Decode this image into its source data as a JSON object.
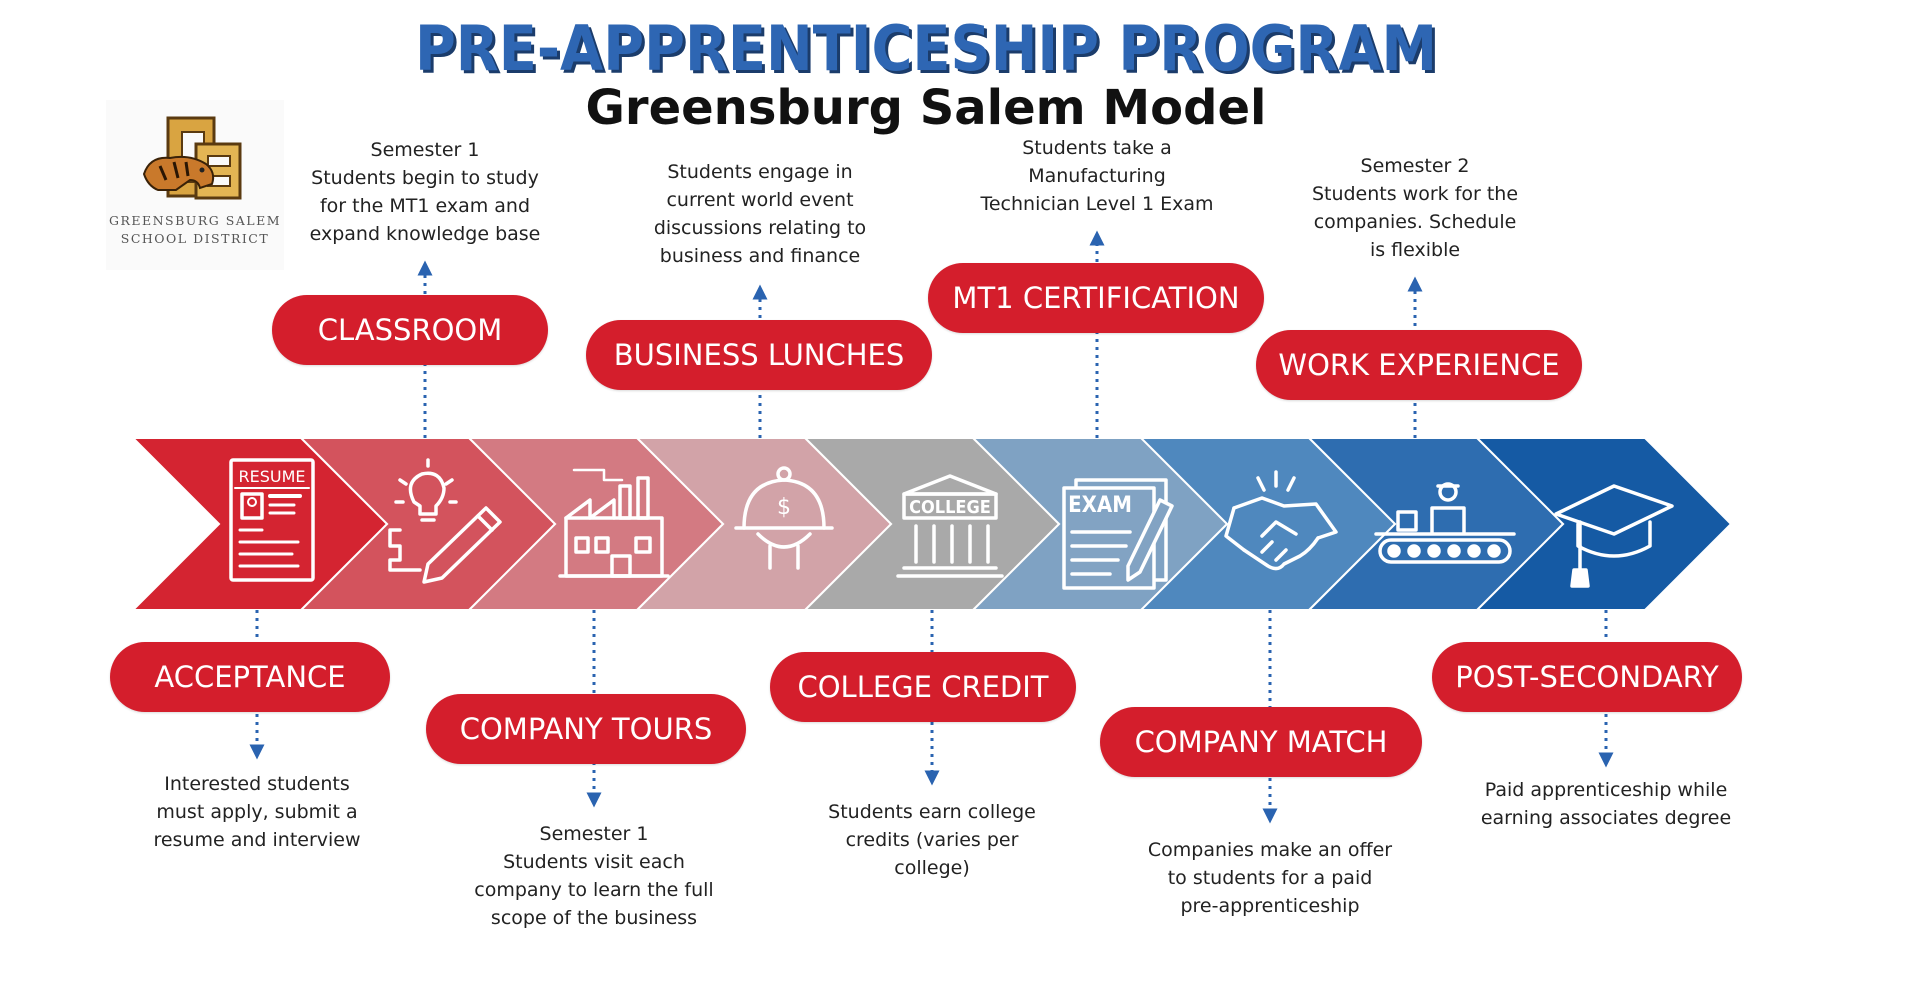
{
  "title": "PRE-APPRENTICESHIP PROGRAM",
  "subtitle": "Greensburg Salem Model",
  "logo": {
    "line1": "GREENSBURG SALEM",
    "line2": "SCHOOL DISTRICT"
  },
  "colors": {
    "title_blue": "#2E66B3",
    "pill_red": "#D41E2C",
    "connector_blue": "#2A63B0",
    "chevrons": [
      "#D42431",
      "#D3535D",
      "#D37A82",
      "#D2A3A8",
      "#A9A9A9",
      "#7FA2C3",
      "#4F88BE",
      "#2E6DB0",
      "#155AA4"
    ]
  },
  "icons": {
    "resume_label": "RESUME",
    "college_label": "COLLEGE",
    "exam_label": "EXAM",
    "dollar": "$",
    "names": [
      "resume-icon",
      "lightbulb-pencil-icon",
      "factory-icon",
      "food-cloche-icon",
      "college-building-icon",
      "exam-sheet-icon",
      "handshake-icon",
      "conveyor-worker-icon",
      "graduation-cap-icon"
    ]
  },
  "stages_top": [
    {
      "label": "CLASSROOM",
      "desc": [
        "Semester 1",
        "Students begin to study",
        "for the MT1 exam and",
        "expand knowledge base"
      ]
    },
    {
      "label": "BUSINESS LUNCHES",
      "desc": [
        "Students engage in",
        "current world event",
        "discussions relating to",
        "business and finance"
      ]
    },
    {
      "label": "MT1 CERTIFICATION",
      "desc": [
        "Students take a",
        "Manufacturing",
        "Technician Level 1 Exam"
      ]
    },
    {
      "label": "WORK EXPERIENCE",
      "desc": [
        "Semester 2",
        "Students work for the",
        "companies. Schedule",
        "is flexible"
      ]
    }
  ],
  "stages_bottom": [
    {
      "label": "ACCEPTANCE",
      "desc": [
        "Interested students",
        "must apply, submit a",
        "resume and interview"
      ]
    },
    {
      "label": "COMPANY TOURS",
      "desc": [
        "Semester 1",
        "Students visit each",
        "company to learn the full",
        "scope of the business"
      ]
    },
    {
      "label": "COLLEGE CREDIT",
      "desc": [
        "Students earn college",
        "credits (varies per",
        "college)"
      ]
    },
    {
      "label": "COMPANY MATCH",
      "desc": [
        "Companies make an offer",
        "to students for a paid",
        "pre-apprenticeship"
      ]
    },
    {
      "label": "POST-SECONDARY",
      "desc": [
        "Paid apprenticeship while",
        "earning associates degree"
      ]
    }
  ]
}
